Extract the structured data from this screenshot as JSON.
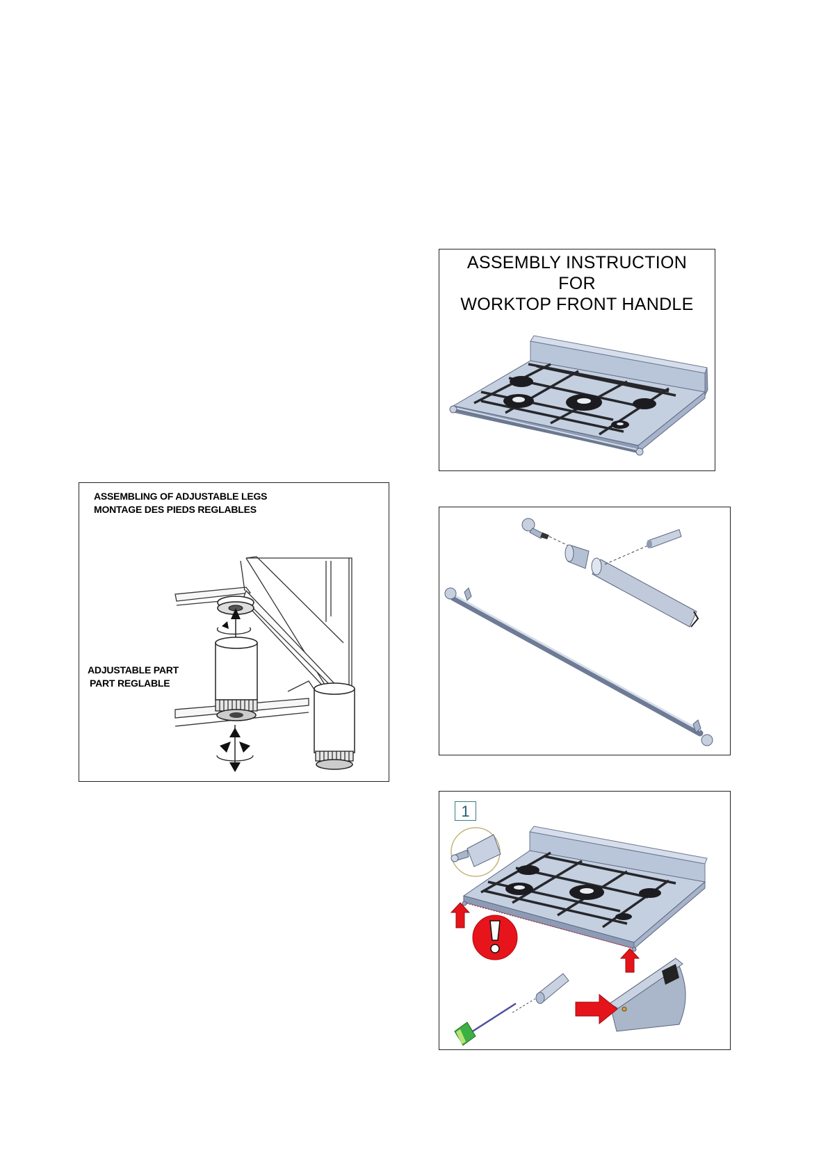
{
  "legs_panel": {
    "title_en": "ASSEMBLING OF ADJUSTABLE LEGS",
    "title_fr": "MONTAGE DES PIEDS REGLABLES",
    "label_en": "ADJUSTABLE PART",
    "label_fr": "PART REGLABLE"
  },
  "cover_panel": {
    "title_line1": "ASSEMBLY INSTRUCTION",
    "title_line2": "FOR",
    "title_line3": "WORKTOP FRONT HANDLE"
  },
  "step_panel": {
    "step_number": "1"
  },
  "colors": {
    "steel": "#b7c3d6",
    "steel_dark": "#7e8aa0",
    "warning_red": "#e8141b",
    "arrow_red": "#e5141a",
    "tool_green": "#3cb043"
  }
}
